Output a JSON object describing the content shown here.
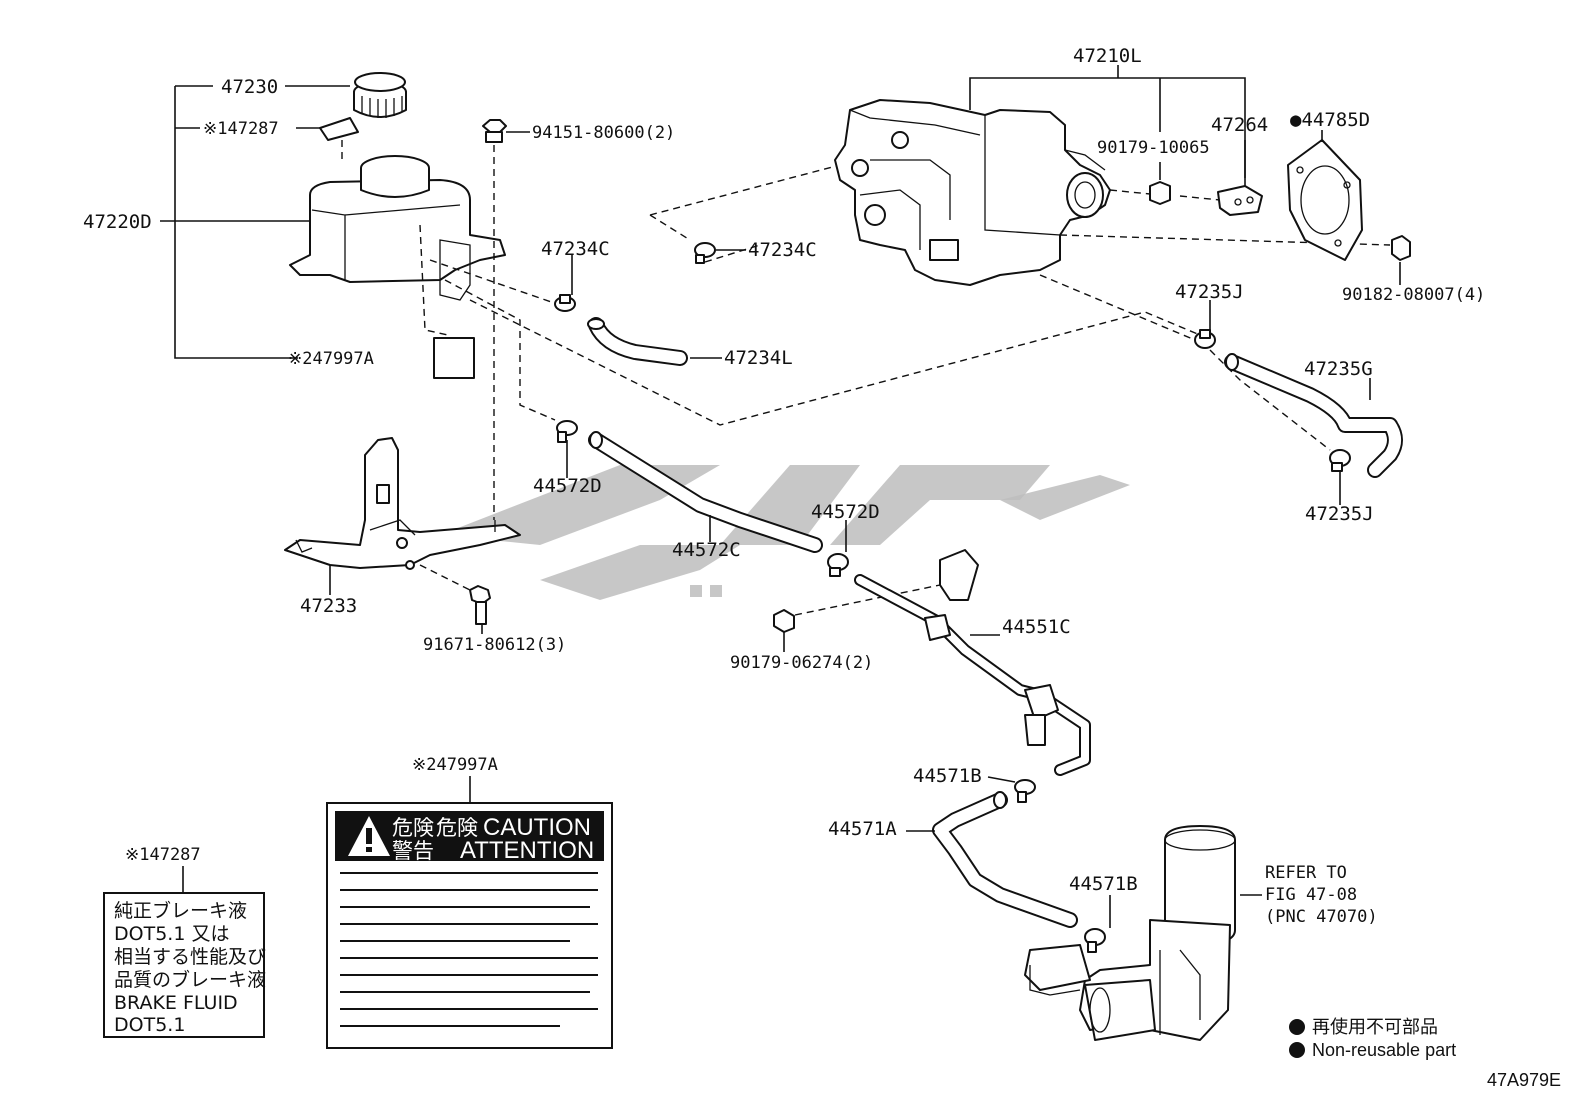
{
  "diagram_code": "47A979E",
  "parts": {
    "p47230": "47230",
    "p47287_top": "※147287",
    "p47220D": "47220D",
    "p47997A_top": "※247997A",
    "p94151": "94151-80600(2)",
    "p47234C_a": "47234C",
    "p47234C_b": "47234C",
    "p47234L": "47234L",
    "p47210L": "47210L",
    "p90179_10065": "90179-10065",
    "p47264": "47264",
    "p44785D": "●44785D",
    "p90182": "90182-08007(4)",
    "p47235J_a": "47235J",
    "p47235G": "47235G",
    "p47235J_b": "47235J",
    "p44572D_a": "44572D",
    "p44572C": "44572C",
    "p44572D_b": "44572D",
    "p47233": "47233",
    "p91671": "91671-80612(3)",
    "p90179_06274": "90179-06274(2)",
    "p44551C": "44551C",
    "p44571B_a": "44571B",
    "p44571A": "44571A",
    "p44571B_b": "44571B",
    "p47997A_bottom": "※247997A",
    "p47287_bottom": "※147287"
  },
  "refer": {
    "line1": "REFER TO",
    "line2": "FIG 47-08",
    "line3": "(PNC 47070)"
  },
  "fluid_label": {
    "lines": [
      "純正ブレーキ液",
      "DOT5.1 又は",
      "相当する性能及び",
      "品質のブレーキ液",
      "BRAKE FLUID",
      "DOT5.1"
    ]
  },
  "caution_label": {
    "jp1": "危険",
    "jp2": "危険",
    "jp3": "警告",
    "en1": "CAUTION",
    "en2": "ATTENTION"
  },
  "legend": {
    "jp": "再使用不可部品",
    "en": "Non-reusable part"
  },
  "colors": {
    "line": "#111111",
    "watermark": "#bdbdbd"
  }
}
